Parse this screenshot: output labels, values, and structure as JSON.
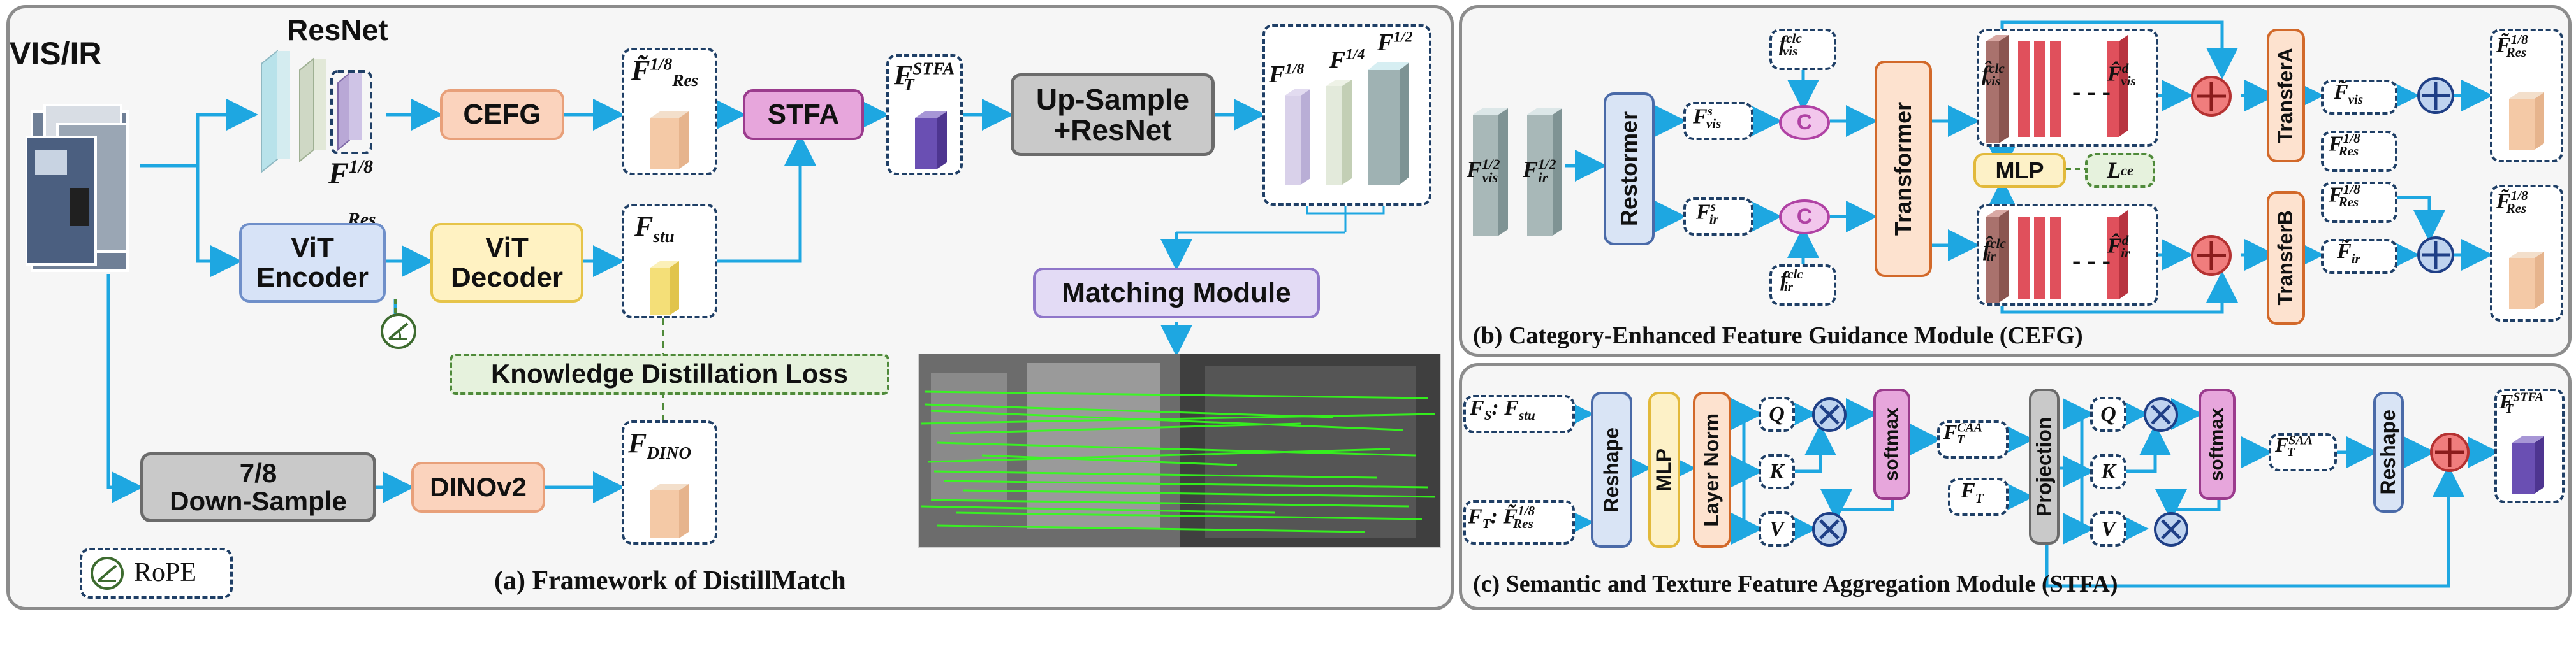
{
  "colors": {
    "arrow": "#1ea7e1",
    "cefg_fill": "#fbd3bd",
    "cefg_border": "#e8a07a",
    "stfa_fill": "#e7a6dc",
    "stfa_border": "#9b3b8d",
    "vit_enc_fill": "#d7e3f7",
    "vit_enc_border": "#6f8fc9",
    "vit_dec_fill": "#fff2c2",
    "vit_dec_border": "#e6c44a",
    "gray_fill": "#c9c9c9",
    "gray_border": "#6b6b6b",
    "match_fill": "#e3dbf5",
    "match_border": "#8f76c9",
    "kd_fill": "#e6f2dd",
    "kd_border": "#4f8a3a",
    "transformer_fill": "#fde2cf",
    "transformer_border": "#d2692a",
    "mlp_fill": "#fdf1c7",
    "mlp_border": "#e2b93b",
    "restormer_fill": "#d9e4f5",
    "restormer_border": "#4a6aa8",
    "plus_fill": "#f07d7d",
    "plus_border": "#b53232"
  },
  "panel_a": {
    "caption": "(a) Framework of DistillMatch",
    "input_title": "VIS/IR",
    "resnet_title": "ResNet",
    "resnet_feature": "F",
    "resnet_feature_sup": "1/8",
    "resnet_feature_sub": "Res",
    "cefg": "CEFG",
    "res_feature": "F̃",
    "res_feature_sup": "1/8",
    "res_feature_sub": "Res",
    "stfa": "STFA",
    "fstfa": "F",
    "fstfa_sup": "STFA",
    "fstfa_sub": "T",
    "upsample_line1": "Up-Sample",
    "upsample_line2": "+ResNet",
    "pyramid_labels": [
      "F1/8",
      "F1/4",
      "F1/2"
    ],
    "pyr": [
      {
        "base": "F",
        "sup": "1/8"
      },
      {
        "base": "F",
        "sup": "1/4"
      },
      {
        "base": "F",
        "sup": "1/2"
      }
    ],
    "vit_encoder_line1": "ViT",
    "vit_encoder_line2": "Encoder",
    "vit_decoder_line1": "ViT",
    "vit_decoder_line2": "Decoder",
    "fstu": "F",
    "fstu_sub": "stu",
    "matching": "Matching Module",
    "kd_loss": "Knowledge Distillation Loss",
    "down_line1": "7/8",
    "down_line2": "Down-Sample",
    "dinov2": "DINOv2",
    "fdino": "F",
    "fdino_sub": "DINO",
    "rope": "RoPE"
  },
  "panel_b": {
    "caption": "(b) Category-Enhanced Feature Guidance Module (CEFG)",
    "fvis": {
      "base": "F",
      "sup": "1/2",
      "sub": "vis"
    },
    "fir": {
      "base": "F",
      "sup": "1/2",
      "sub": "ir"
    },
    "restormer": "Restormer",
    "fs_vis": {
      "base": "F",
      "sup": "s",
      "sub": "vis"
    },
    "fs_ir": {
      "base": "F",
      "sup": "s",
      "sub": "ir"
    },
    "fclc_vis": {
      "base": "f",
      "sup": "clc",
      "sub": "vis"
    },
    "fclc_ir": {
      "base": "f",
      "sup": "clc",
      "sub": "ir"
    },
    "concat": "C",
    "transformer": "Transformer",
    "hat_clc_vis": {
      "base": "f̂",
      "sup": "clc",
      "sub": "vis"
    },
    "hat_d_vis": {
      "base": "F̂",
      "sup": "d",
      "sub": "vis"
    },
    "hat_clc_ir": {
      "base": "f̂",
      "sup": "clc",
      "sub": "ir"
    },
    "hat_d_ir": {
      "base": "F̂",
      "sup": "d",
      "sub": "ir"
    },
    "mlp": "MLP",
    "lce": {
      "base": "L",
      "sub": "ce"
    },
    "transfer_a": "TransferA",
    "transfer_b": "TransferB",
    "tilde_vis": {
      "base": "F̃",
      "sub": "vis"
    },
    "tilde_ir": {
      "base": "F̃",
      "sub": "ir"
    },
    "res_a": {
      "base": "F",
      "sup": "1/8",
      "sub": "Res"
    },
    "res_b": {
      "base": "F",
      "sup": "1/8",
      "sub": "Res"
    },
    "out_a": {
      "base": "F̃",
      "sup": "1/8",
      "sub": "Res"
    },
    "out_b": {
      "base": "F̃",
      "sup": "1/8",
      "sub": "Res"
    }
  },
  "panel_c": {
    "caption": "(c) Semantic and Texture Feature Aggregation Module (STFA)",
    "fs_in": {
      "a": "F",
      "a_sub": "S",
      "b": "F",
      "b_sub": "stu"
    },
    "ft_in": {
      "a": "F",
      "a_sub": "T",
      "b": "F̃",
      "b_sup": "1/8",
      "b_sub": "Res"
    },
    "reshape1": "Reshape",
    "mlp": "MLP",
    "layernorm": "Layer Norm",
    "q1": "Q",
    "k1": "K",
    "v1": "V",
    "softmax1": "softmax",
    "fcaa": {
      "base": "F",
      "sup": "CAA",
      "sub": "T"
    },
    "ft2": {
      "base": "F",
      "sub": "T"
    },
    "projection": "Projection",
    "q2": "Q",
    "k2": "K",
    "v2": "V",
    "softmax2": "softmax",
    "fsaa": {
      "base": "F",
      "sup": "SAA",
      "sub": "T"
    },
    "reshape2": "Reshape",
    "fout": {
      "base": "F",
      "sup": "STFA",
      "sub": "T"
    }
  }
}
